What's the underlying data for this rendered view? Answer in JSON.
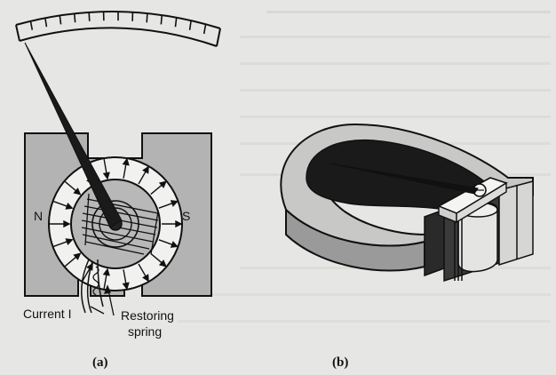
{
  "figure_a": {
    "caption": "(a)",
    "labels": {
      "north": "N",
      "south": "S",
      "current": "Current I",
      "restoring_spring_line1": "Restoring",
      "restoring_spring_line2": "spring"
    }
  },
  "figure_b": {
    "caption": "(b)"
  },
  "colors": {
    "background": "#e6e6e4",
    "magnet_gray": "#b3b3b3",
    "dark": "#1a1a1a",
    "line": "#111111"
  }
}
